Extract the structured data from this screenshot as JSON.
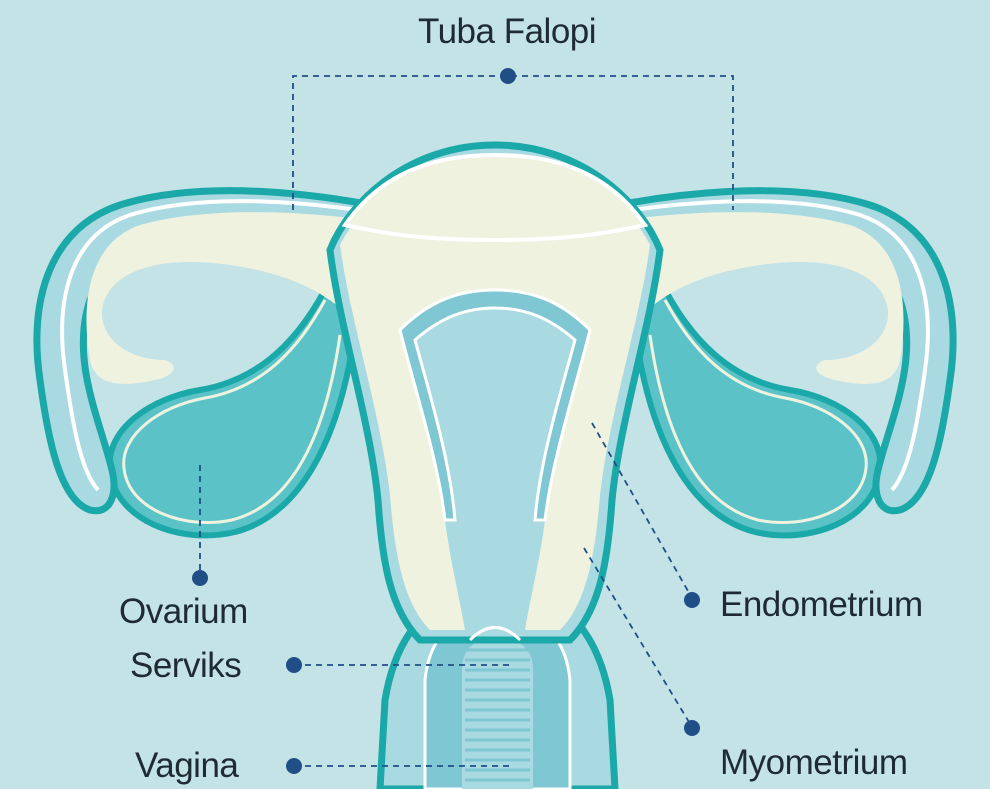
{
  "labels": {
    "fallopian_tube": "Tuba Falopi",
    "ovary": "Ovarium",
    "cervix": "Serviks",
    "vagina": "Vagina",
    "endometrium": "Endometrium",
    "myometrium": "Myometrium"
  },
  "colors": {
    "background": "#c4e3e7",
    "outline": "#1aa8a8",
    "tissue": "#eff2df",
    "inner": "#a9d9e1",
    "ovary_fill": "#5bc3c8",
    "wall": "#7fc7d2",
    "leader": "#1f4f86"
  }
}
